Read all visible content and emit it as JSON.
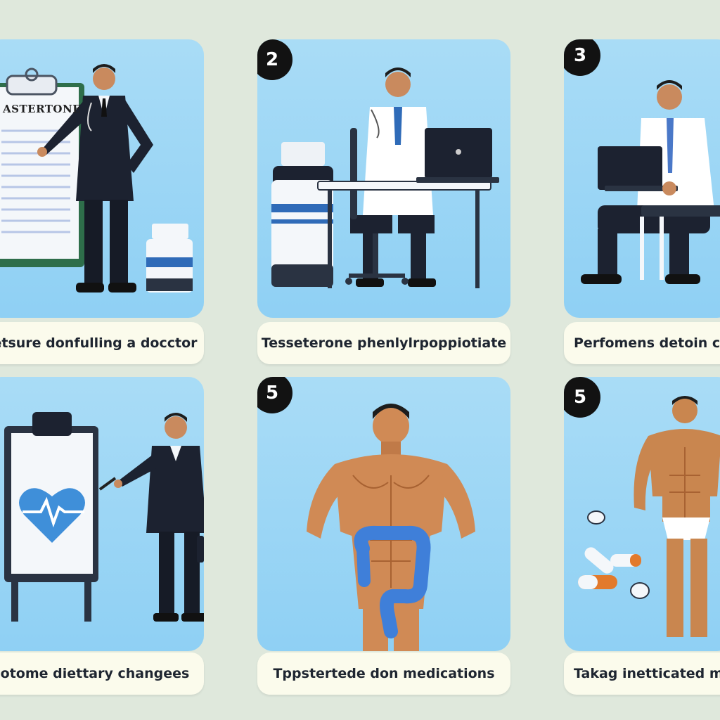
{
  "steps": [
    {
      "badge": "",
      "caption": "etsure donfulling a docctor",
      "clipboard_text": "ASTERTONE"
    },
    {
      "badge": "2",
      "caption": "Tesseterone phenlylrpoppiotiate"
    },
    {
      "badge": "3",
      "caption": "Perfomens detoin co"
    },
    {
      "badge": "",
      "caption": "otome diettary changees"
    },
    {
      "badge": "5",
      "caption": "Tppstertede don  medications"
    },
    {
      "badge": "5",
      "caption": "Takag inetticated me"
    }
  ],
  "colors": {
    "background": "#dfe8dc",
    "panel": "#98d4f5",
    "caption_bg": "#fbfbec",
    "badge": "#121212",
    "suit": "#1c2230",
    "labcoat": "#ffffff",
    "skin": "#d08a55",
    "heart": "#3f8fd9",
    "colon": "#3f7fd9"
  },
  "icons": [
    "clipboard-icon",
    "heart-pulse-icon",
    "pill-bottle-icon",
    "laptop-icon",
    "briefcase-icon",
    "capsule-icon",
    "pill-icon"
  ]
}
